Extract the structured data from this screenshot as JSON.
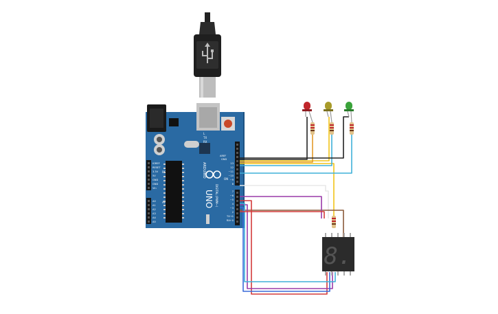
{
  "board": {
    "brand": "ARDUINO",
    "model": "UNO",
    "on_label": "ON",
    "digital_label": "DIGITAL (PWM~)",
    "analog_label": "ANALOG IN",
    "power_label": "POWER",
    "tx_label": "TX",
    "rx_label": "RX",
    "l_label": "L",
    "aref_label": "AREF",
    "gnd_label": "GND",
    "digital_pins": [
      "13",
      "12",
      "~11",
      "~10",
      "~9",
      "8",
      "7",
      "~6",
      "~5",
      "4",
      "~3",
      "2",
      "TX→1",
      "RX←0"
    ],
    "power_pins": [
      "IOREF",
      "RESET",
      "3.3V",
      "5V",
      "GND",
      "GND",
      "Vin"
    ],
    "analog_pins": [
      "A0",
      "A1",
      "A2",
      "A3",
      "A4",
      "A5"
    ]
  },
  "components": {
    "usb_cable": "usb-cable",
    "led_red": "#c0262b",
    "led_yellow": "#a89b2a",
    "led_green": "#3aa33a",
    "seven_segment_digit": "8."
  },
  "colors": {
    "board": "#2a6aa3",
    "board_dark": "#1d5282",
    "wire_black": "#222222",
    "wire_yellow": "#f2c318",
    "wire_cyan": "#3fb0d8",
    "wire_orange": "#e39a2b",
    "wire_white": "#e8e8e8",
    "wire_brown": "#8a5a3a",
    "wire_red": "#d43a3a",
    "wire_purple": "#9a3aa8",
    "wire_blue": "#3a6ad8"
  }
}
